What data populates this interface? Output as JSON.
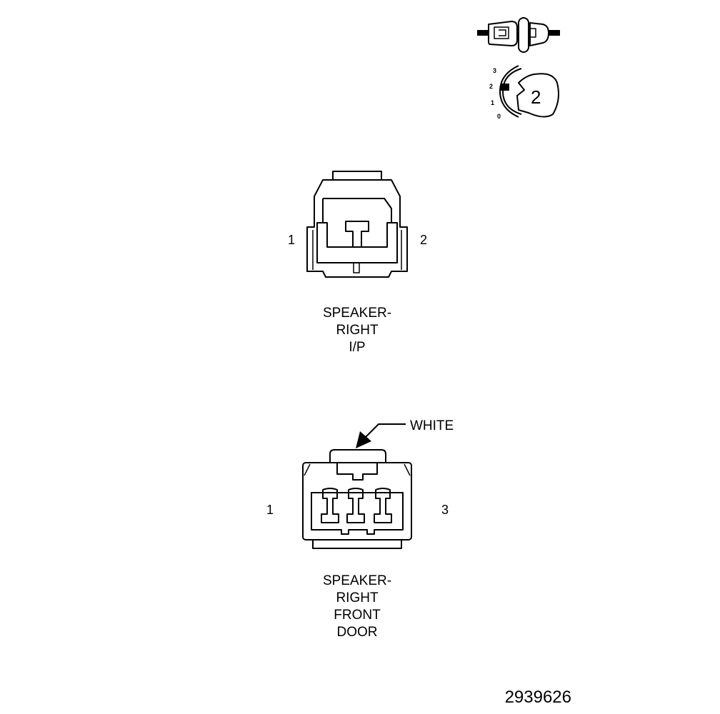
{
  "legend": {
    "gauge_levels": [
      "3",
      "2",
      "1",
      "0"
    ],
    "gauge_value": "2"
  },
  "connector_ip": {
    "pin_left": "1",
    "pin_right": "2",
    "caption": [
      "SPEAKER-",
      "RIGHT",
      "I/P"
    ]
  },
  "connector_door": {
    "pin_left": "1",
    "pin_right": "3",
    "color_callout": "WHITE",
    "caption": [
      "SPEAKER-",
      "RIGHT",
      "FRONT",
      "DOOR"
    ]
  },
  "figure_number": "2939626"
}
